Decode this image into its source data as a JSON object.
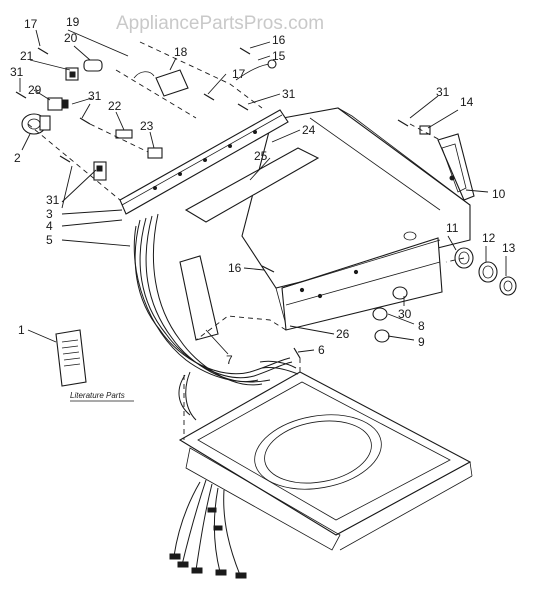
{
  "watermark": "AppliancePartsPros.com",
  "literature_caption": "Literature Parts",
  "callouts": {
    "p1": "1",
    "p2": "2",
    "p3": "3",
    "p4": "4",
    "p5": "5",
    "p6": "6",
    "p7": "7",
    "p8": "8",
    "p9": "9",
    "p10": "10",
    "p11": "11",
    "p12": "12",
    "p13": "13",
    "p14": "14",
    "p15": "15",
    "p16a": "16",
    "p16b": "16",
    "p17a": "17",
    "p17b": "17",
    "p18": "18",
    "p19": "19",
    "p20": "20",
    "p21": "21",
    "p22": "22",
    "p23": "23",
    "p24": "24",
    "p25": "25",
    "p26": "26",
    "p29": "29",
    "p30": "30",
    "p31a": "31",
    "p31b": "31",
    "p31c": "31",
    "p31d": "31",
    "p31e": "31"
  }
}
